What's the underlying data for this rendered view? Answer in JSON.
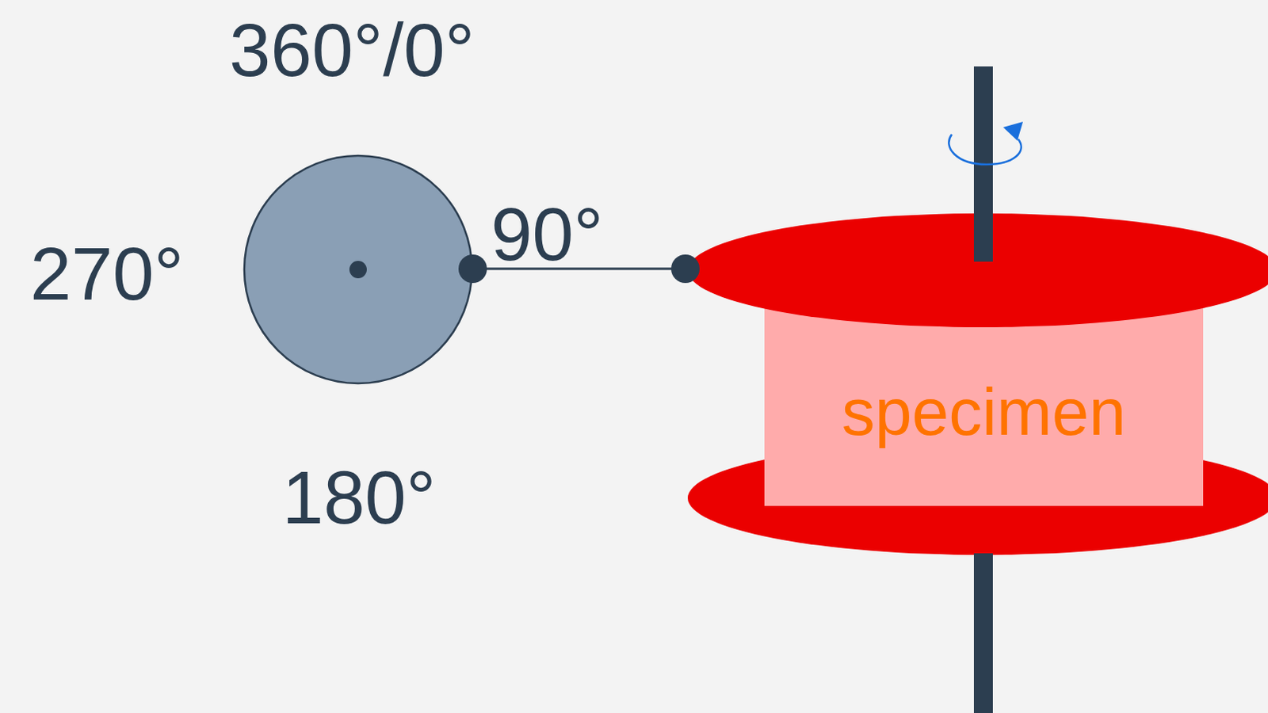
{
  "diagram": {
    "nodes": [
      {
        "text": [
          "specimen"
        ]
      }
    ],
    "labels": [
      "360°/0°",
      "90°",
      "270°",
      "180°"
    ]
  }
}
